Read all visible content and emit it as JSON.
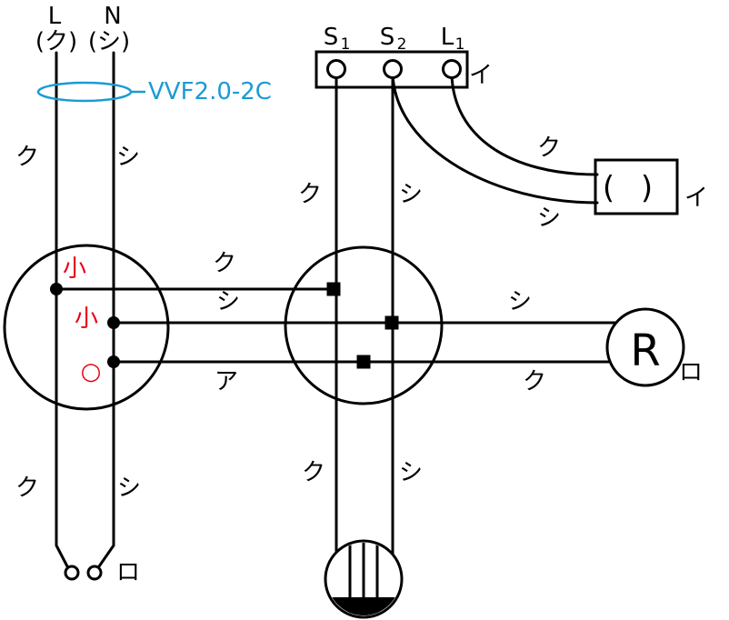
{
  "colors": {
    "line": "#000000",
    "mark_red": "#e60012",
    "cable_blue": "#1a9bd5"
  },
  "power": {
    "l": "L",
    "n": "N",
    "l_wire": "(ク)",
    "n_wire": "(シ)"
  },
  "cable": {
    "label": "VVF2.0-2C"
  },
  "switch_unit": {
    "t1_base": "S",
    "t1_sub": "1",
    "t2_base": "S",
    "t2_sub": "2",
    "t3_base": "L",
    "t3_sub": "1",
    "circuit": "イ"
  },
  "pilot": {
    "symbol": "( )",
    "circuit": "イ"
  },
  "receptacle": {
    "letter": "R",
    "circuit": "ロ"
  },
  "switch_ro": {
    "circuit": "ロ"
  },
  "sleeves": {
    "mark1": "小",
    "mark2": "小",
    "mark3": "○"
  },
  "tags": {
    "left_wire_upper": "ク",
    "right_wire_upper": "シ",
    "left_wire_lower": "ク",
    "right_wire_lower": "シ",
    "s1_wire_upper": "ク",
    "s2_wire_upper": "シ",
    "s1_wire_lower": "ク",
    "s2_wire_lower": "シ",
    "pilot_black": "ク",
    "pilot_white": "シ",
    "hline_top": "ク",
    "hline_mid_left": "シ",
    "hline_mid_right": "シ",
    "hline_bottom_left": "ア",
    "hline_bottom_right": "ク"
  }
}
